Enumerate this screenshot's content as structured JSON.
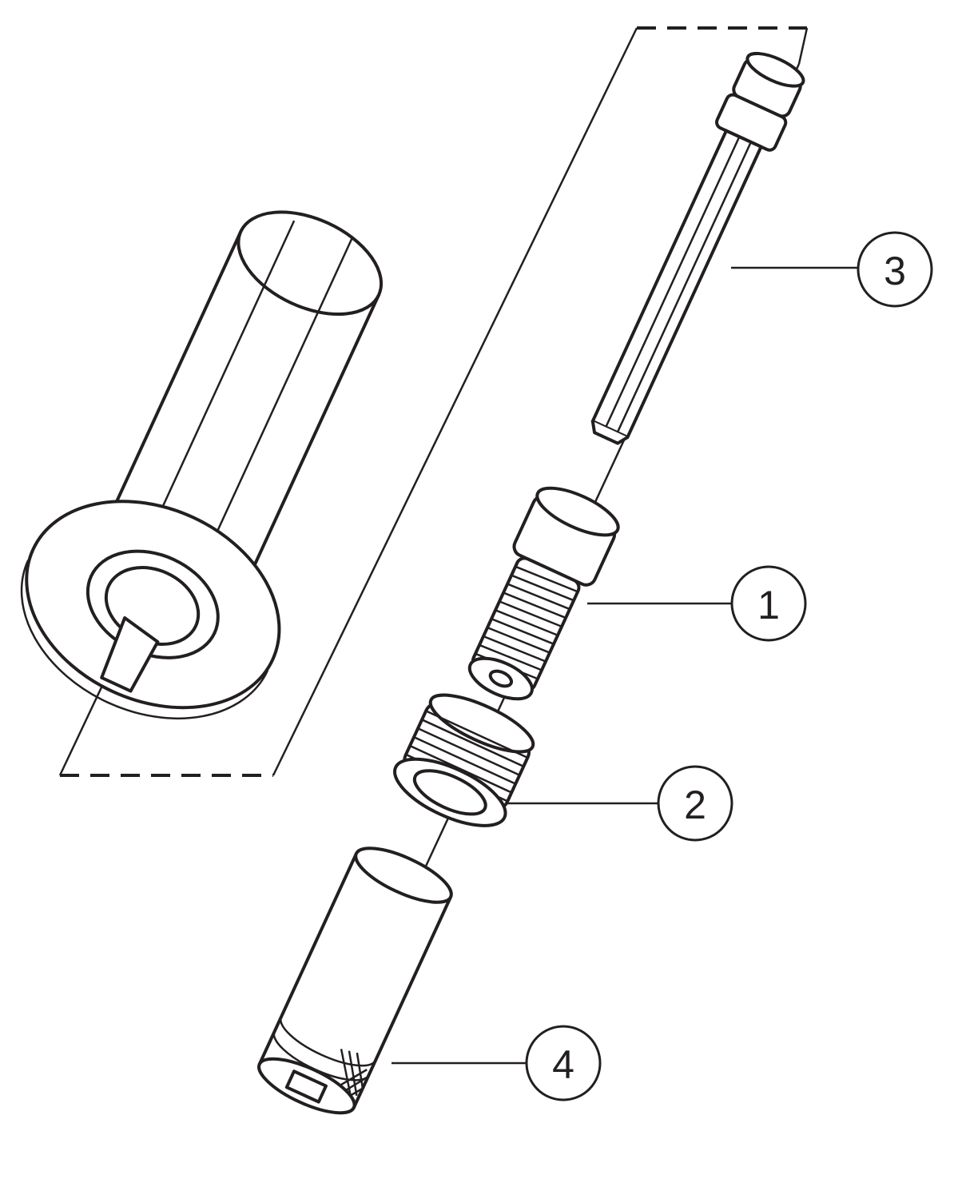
{
  "diagram": {
    "type": "exploded-assembly-view",
    "callouts": [
      {
        "id": "callout-1",
        "label": "1"
      },
      {
        "id": "callout-2",
        "label": "2"
      },
      {
        "id": "callout-3",
        "label": "3"
      },
      {
        "id": "callout-4",
        "label": "4"
      }
    ],
    "colors": {
      "line": "#231f20",
      "background": "#ffffff"
    }
  }
}
